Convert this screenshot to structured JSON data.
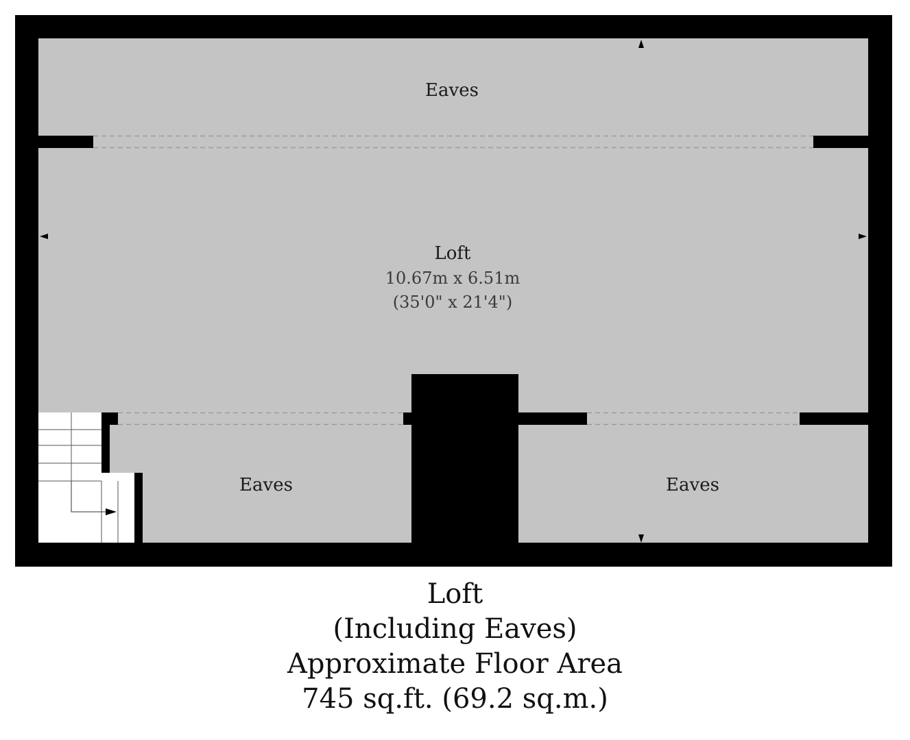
{
  "colors": {
    "wall": "#000000",
    "floor": "#c4c4c4",
    "stairs": "#ffffff",
    "text": "#1a1a1a"
  },
  "rooms": {
    "eaves_top": {
      "name": "Eaves"
    },
    "loft": {
      "name": "Loft",
      "dim_metric": "10.67m x 6.51m",
      "dim_imperial": "(35'0\" x 21'4\")"
    },
    "eaves_bottom_left": {
      "name": "Eaves"
    },
    "eaves_bottom_right": {
      "name": "Eaves"
    }
  },
  "caption": {
    "line1": "Loft",
    "line2": "(Including Eaves)",
    "line3": "Approximate Floor Area",
    "line4": "745 sq.ft. (69.2 sq.m.)"
  }
}
